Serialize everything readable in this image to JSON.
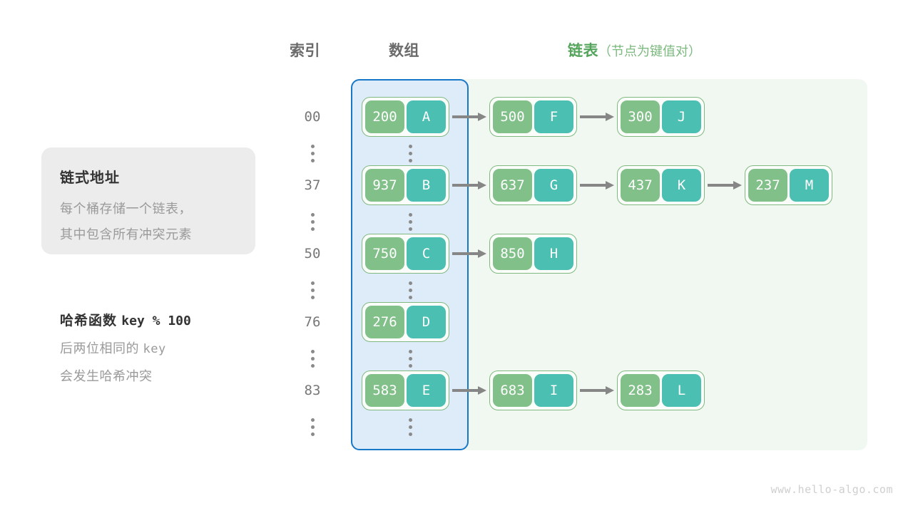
{
  "headers": {
    "index": "索引",
    "array": "数组",
    "list_main": "链表",
    "list_sub": "（节点为键值对）"
  },
  "info_card": {
    "title": "链式地址",
    "line1": "每个桶存储一个链表，",
    "line2": "其中包含所有冲突元素"
  },
  "hash_note": {
    "title_label": "哈希函数",
    "title_code": "key % 100",
    "line1_text": "后两位相同的",
    "line1_code": "key",
    "line2": "会发生哈希冲突"
  },
  "colors": {
    "array_panel_bg": "#ddecf8",
    "array_panel_border": "#1878c8",
    "list_panel_bg": "#f1f8f1",
    "node_border": "#7fb97f",
    "key_cell": "#82c08a",
    "value_cell": "#4cbfb3",
    "arrow": "#868686",
    "header_text": "#6b6b6b",
    "header_green": "#54a45b",
    "card_bg": "#ececec"
  },
  "rows": [
    {
      "index": "00",
      "bucket": {
        "key": "200",
        "value": "A"
      },
      "chain": [
        {
          "key": "500",
          "value": "F"
        },
        {
          "key": "300",
          "value": "J"
        }
      ]
    },
    {
      "index": "37",
      "bucket": {
        "key": "937",
        "value": "B"
      },
      "chain": [
        {
          "key": "637",
          "value": "G"
        },
        {
          "key": "437",
          "value": "K"
        },
        {
          "key": "237",
          "value": "M"
        }
      ]
    },
    {
      "index": "50",
      "bucket": {
        "key": "750",
        "value": "C"
      },
      "chain": [
        {
          "key": "850",
          "value": "H"
        }
      ]
    },
    {
      "index": "76",
      "bucket": {
        "key": "276",
        "value": "D"
      },
      "chain": []
    },
    {
      "index": "83",
      "bucket": {
        "key": "583",
        "value": "E"
      },
      "chain": [
        {
          "key": "683",
          "value": "I"
        },
        {
          "key": "283",
          "value": "L"
        }
      ]
    }
  ],
  "watermark": "www.hello-algo.com"
}
